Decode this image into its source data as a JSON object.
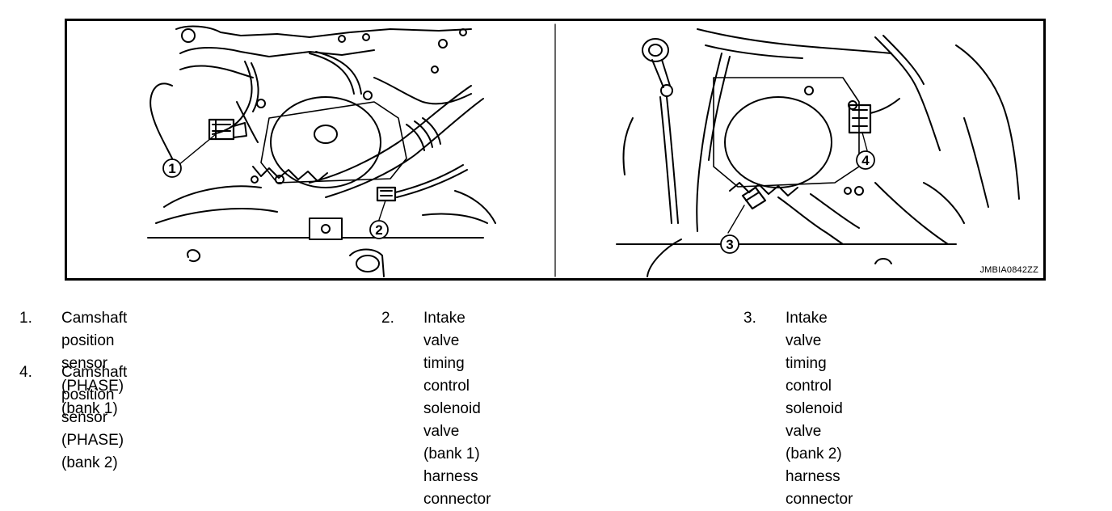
{
  "figure": {
    "code": "JMBIA0842ZZ",
    "callouts": [
      "1",
      "2",
      "3",
      "4"
    ]
  },
  "legend": [
    {
      "num": "1.",
      "text": "Camshaft position sensor (PHASE)\n(bank 1)"
    },
    {
      "num": "2.",
      "text": "Intake valve timing control solenoid\nvalve (bank 1) harness connector"
    },
    {
      "num": "3.",
      "text": "Intake valve timing control solenoid\nvalve (bank 2) harness connector"
    },
    {
      "num": "4.",
      "text": "Camshaft position sensor (PHASE)\n(bank 2)"
    }
  ]
}
